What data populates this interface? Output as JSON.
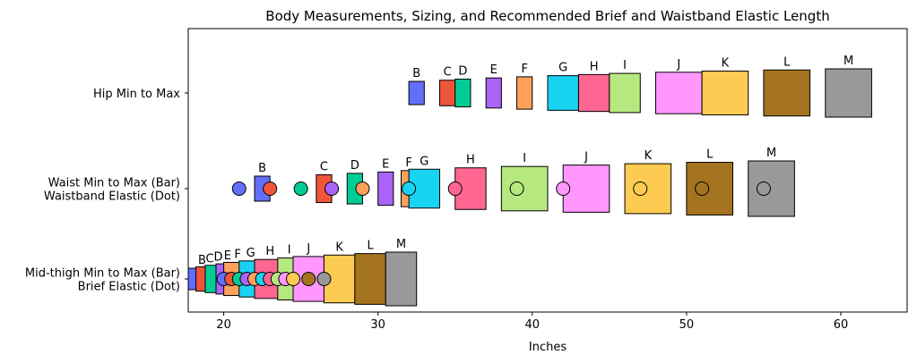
{
  "chart_data": {
    "type": "bar",
    "title": "Body Measurements, Sizing, and Recommended Brief and Waistband Elastic Length",
    "xlabel": "Inches",
    "xlim": [
      17.7,
      64.3
    ],
    "xticks": [
      20,
      30,
      40,
      50,
      60
    ],
    "tick_labels": [
      "20",
      "30",
      "40",
      "50",
      "60"
    ],
    "categories": [
      "Hip Min to Max",
      "Waist Min to Max (Bar)\nWaistband Elastic (Dot)",
      "Mid-thigh Min to Max (Bar)\nBrief Elastic (Dot)"
    ],
    "category_lines": [
      [
        "Hip Min to Max"
      ],
      [
        "Waist Min to Max (Bar)",
        "Waistband Elastic (Dot)"
      ],
      [
        "Mid-thigh Min to Max (Bar)",
        "Brief Elastic (Dot)"
      ]
    ],
    "grid": false,
    "sizes": [
      "B",
      "C",
      "D",
      "E",
      "F",
      "G",
      "H",
      "I",
      "J",
      "K",
      "L",
      "M"
    ],
    "colors": [
      "#636efa",
      "#ef553b",
      "#00cc96",
      "#ab63fa",
      "#ffa15a",
      "#19d3f3",
      "#ff6692",
      "#b6e880",
      "#ff97ff",
      "#fecb52",
      "#a57420",
      "#999999"
    ],
    "series": [
      {
        "name": "Hip Min to Max",
        "ranges": [
          [
            32,
            33
          ],
          [
            34,
            35
          ],
          [
            35,
            36
          ],
          [
            37,
            38
          ],
          [
            39,
            40
          ],
          [
            41,
            43
          ],
          [
            43,
            45
          ],
          [
            45,
            47
          ],
          [
            48,
            51
          ],
          [
            51,
            54
          ],
          [
            55,
            58
          ],
          [
            59,
            62
          ]
        ]
      },
      {
        "name": "Waist Min to Max",
        "ranges": [
          [
            22,
            23
          ],
          [
            26,
            27
          ],
          [
            28,
            29
          ],
          [
            30,
            31
          ],
          [
            31.5,
            32.5
          ],
          [
            32,
            34
          ],
          [
            35,
            37
          ],
          [
            38,
            41
          ],
          [
            42,
            45
          ],
          [
            46,
            49
          ],
          [
            50,
            53
          ],
          [
            54,
            57
          ]
        ],
        "dots": [
          21,
          23,
          25,
          27,
          29,
          32,
          35,
          39,
          42,
          47,
          51,
          55
        ]
      },
      {
        "name": "Mid-thigh Min to Max",
        "ranges": [
          [
            17.7,
            19.5
          ],
          [
            18.2,
            20
          ],
          [
            18.8,
            20.5
          ],
          [
            19.5,
            21
          ],
          [
            20,
            21.8
          ],
          [
            21,
            22.5
          ],
          [
            22,
            24
          ],
          [
            23.5,
            25
          ],
          [
            24.5,
            26.5
          ],
          [
            26.5,
            28.5
          ],
          [
            28.5,
            30.5
          ],
          [
            30.5,
            32.5
          ]
        ],
        "dots": [
          20,
          20.5,
          21,
          21.5,
          22,
          22.5,
          23,
          23.5,
          24,
          24.5,
          25.5,
          26.5
        ]
      }
    ]
  }
}
